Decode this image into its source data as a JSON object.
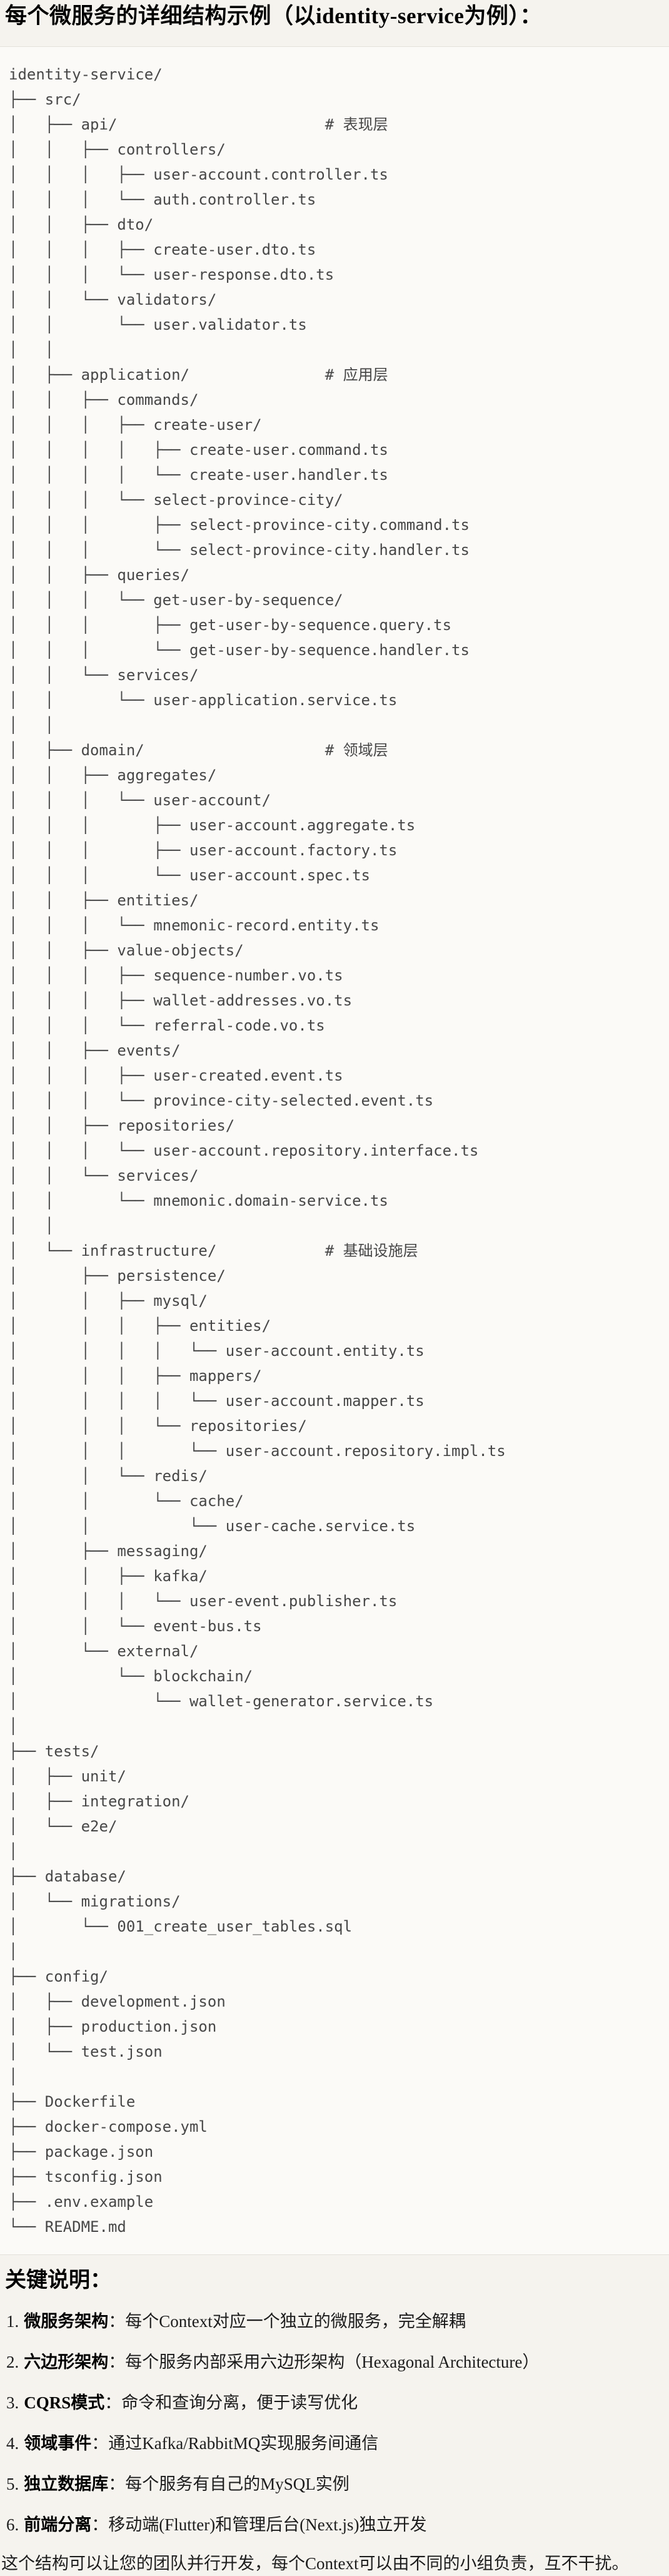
{
  "header": {
    "title": "每个微服务的详细结构示例（以identity-service为例）："
  },
  "colors": {
    "page_bg": "#f5f3ee",
    "code_bg": "#fbfaf7",
    "code_border": "#e3e1da",
    "code_text": "#474747",
    "heading_text": "#000000"
  },
  "tree": {
    "lines": [
      "identity-service/",
      "├── src/",
      "│   ├── api/                       # 表现层",
      "│   │   ├── controllers/",
      "│   │   │   ├── user-account.controller.ts",
      "│   │   │   └── auth.controller.ts",
      "│   │   ├── dto/",
      "│   │   │   ├── create-user.dto.ts",
      "│   │   │   └── user-response.dto.ts",
      "│   │   └── validators/",
      "│   │       └── user.validator.ts",
      "│   │",
      "│   ├── application/               # 应用层",
      "│   │   ├── commands/",
      "│   │   │   ├── create-user/",
      "│   │   │   │   ├── create-user.command.ts",
      "│   │   │   │   └── create-user.handler.ts",
      "│   │   │   └── select-province-city/",
      "│   │   │       ├── select-province-city.command.ts",
      "│   │   │       └── select-province-city.handler.ts",
      "│   │   ├── queries/",
      "│   │   │   └── get-user-by-sequence/",
      "│   │   │       ├── get-user-by-sequence.query.ts",
      "│   │   │       └── get-user-by-sequence.handler.ts",
      "│   │   └── services/",
      "│   │       └── user-application.service.ts",
      "│   │",
      "│   ├── domain/                    # 领域层",
      "│   │   ├── aggregates/",
      "│   │   │   └── user-account/",
      "│   │   │       ├── user-account.aggregate.ts",
      "│   │   │       ├── user-account.factory.ts",
      "│   │   │       └── user-account.spec.ts",
      "│   │   ├── entities/",
      "│   │   │   └── mnemonic-record.entity.ts",
      "│   │   ├── value-objects/",
      "│   │   │   ├── sequence-number.vo.ts",
      "│   │   │   ├── wallet-addresses.vo.ts",
      "│   │   │   └── referral-code.vo.ts",
      "│   │   ├── events/",
      "│   │   │   ├── user-created.event.ts",
      "│   │   │   └── province-city-selected.event.ts",
      "│   │   ├── repositories/",
      "│   │   │   └── user-account.repository.interface.ts",
      "│   │   └── services/",
      "│   │       └── mnemonic.domain-service.ts",
      "│   │",
      "│   └── infrastructure/            # 基础设施层",
      "│       ├── persistence/",
      "│       │   ├── mysql/",
      "│       │   │   ├── entities/",
      "│       │   │   │   └── user-account.entity.ts",
      "│       │   │   ├── mappers/",
      "│       │   │   │   └── user-account.mapper.ts",
      "│       │   │   └── repositories/",
      "│       │   │       └── user-account.repository.impl.ts",
      "│       │   └── redis/",
      "│       │       └── cache/",
      "│       │           └── user-cache.service.ts",
      "│       ├── messaging/",
      "│       │   ├── kafka/",
      "│       │   │   └── user-event.publisher.ts",
      "│       │   └── event-bus.ts",
      "│       └── external/",
      "│           └── blockchain/",
      "│               └── wallet-generator.service.ts",
      "│",
      "├── tests/",
      "│   ├── unit/",
      "│   ├── integration/",
      "│   └── e2e/",
      "│",
      "├── database/",
      "│   └── migrations/",
      "│       └── 001_create_user_tables.sql",
      "│",
      "├── config/",
      "│   ├── development.json",
      "│   ├── production.json",
      "│   └── test.json",
      "│",
      "├── Dockerfile",
      "├── docker-compose.yml",
      "├── package.json",
      "├── tsconfig.json",
      "├── .env.example",
      "└── README.md"
    ]
  },
  "notes": {
    "heading": "关键说明：",
    "items": [
      {
        "num": "1.",
        "label": "微服务架构",
        "text": "：每个Context对应一个独立的微服务，完全解耦"
      },
      {
        "num": "2.",
        "label": "六边形架构",
        "text": "：每个服务内部采用六边形架构（Hexagonal Architecture）"
      },
      {
        "num": "3.",
        "label": "CQRS模式",
        "text": "：命令和查询分离，便于读写优化"
      },
      {
        "num": "4.",
        "label": "领域事件",
        "text": "：通过Kafka/RabbitMQ实现服务间通信"
      },
      {
        "num": "5.",
        "label": "独立数据库",
        "text": "：每个服务有自己的MySQL实例"
      },
      {
        "num": "6.",
        "label": "前端分离",
        "text": "：移动端(Flutter)和管理后台(Next.js)独立开发"
      }
    ],
    "footer": "这个结构可以让您的团队并行开发，每个Context可以由不同的小组负责，互不干扰。"
  }
}
